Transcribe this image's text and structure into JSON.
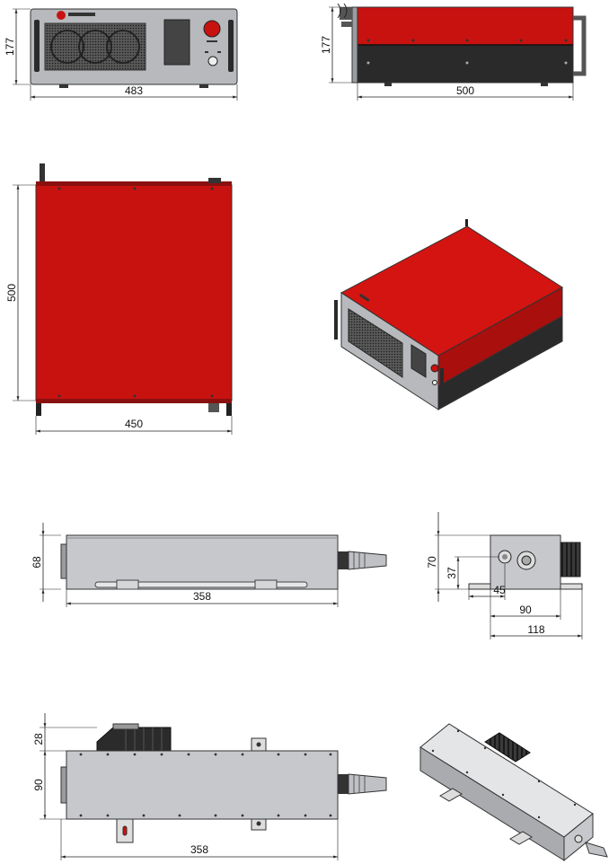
{
  "dimensions": {
    "front_height": "177",
    "front_width": "483",
    "side_height": "177",
    "side_depth": "500",
    "top_depth": "500",
    "top_width": "450",
    "module_side_height": "68",
    "module_side_length": "358",
    "module_end_height": "70",
    "module_end_port_height": "37",
    "module_end_45": "45",
    "module_end_90": "90",
    "module_end_118": "118",
    "module_top_fan": "28",
    "module_top_width": "90",
    "module_top_length": "358"
  },
  "colors": {
    "chassis_red": "#c8120f",
    "chassis_dark": "#2a2a2a",
    "panel_gray": "#b7b9bc",
    "module_gray": "#c6c8cc",
    "heatsink": "#2b2b2b"
  }
}
